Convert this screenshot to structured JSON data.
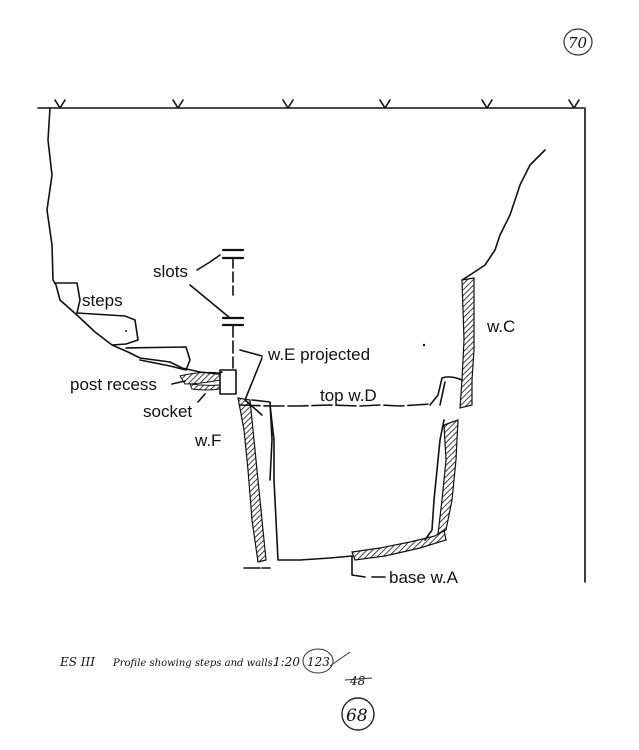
{
  "page_number": "70",
  "labels": {
    "slots": "slots",
    "steps": "steps",
    "we_projected": "w.E projected",
    "post_recess": "post recess",
    "socket": "socket",
    "top_wd": "top w.D",
    "wf": "w.F",
    "wc": "w.C",
    "base_wa": "base w.A"
  },
  "caption": {
    "site": "ES III",
    "description": "Profile showing steps and walls.",
    "scale": "1:20",
    "old_number_1": "123",
    "old_number_2": "48",
    "figure_number": "68"
  }
}
